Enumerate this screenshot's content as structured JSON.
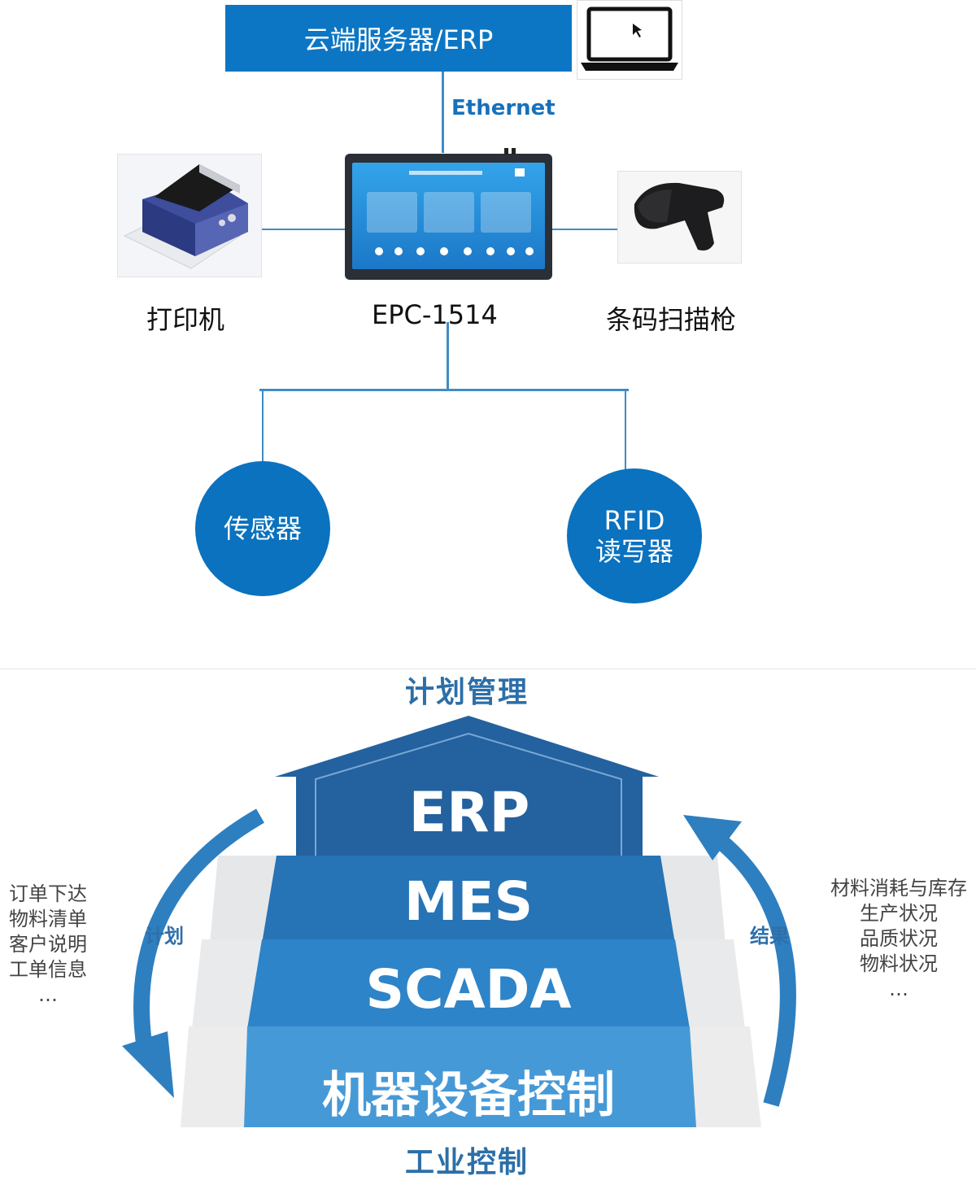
{
  "top": {
    "cloud_label": "云端服务器/ERP",
    "link_label": "Ethernet",
    "device_caption": "EPC-1514",
    "printer_caption": "打印机",
    "scanner_caption": "条码扫描枪",
    "sensor_label": "传感器",
    "rfid_line1": "RFID",
    "rfid_line2": "读写器"
  },
  "pyramid": {
    "top_title": "计划管理",
    "bottom_title": "工业控制",
    "levels": [
      "ERP",
      "MES",
      "SCADA",
      "机器设备控制"
    ],
    "left_loop_label": "计划",
    "right_loop_label": "结果",
    "left_items": [
      "订单下达",
      "物料清单",
      "客户说明",
      "工单信息",
      "…"
    ],
    "right_items": [
      "材料消耗与库存",
      "生产状况",
      "品质状况",
      "物料状况",
      "…"
    ]
  },
  "colors": {
    "accent": "#0a72bf",
    "erp": "#22609f",
    "mes": "#2570b4",
    "scada": "#2e84c8",
    "machine": "#4398d6",
    "loop_arrow": "#2e7fc0"
  }
}
